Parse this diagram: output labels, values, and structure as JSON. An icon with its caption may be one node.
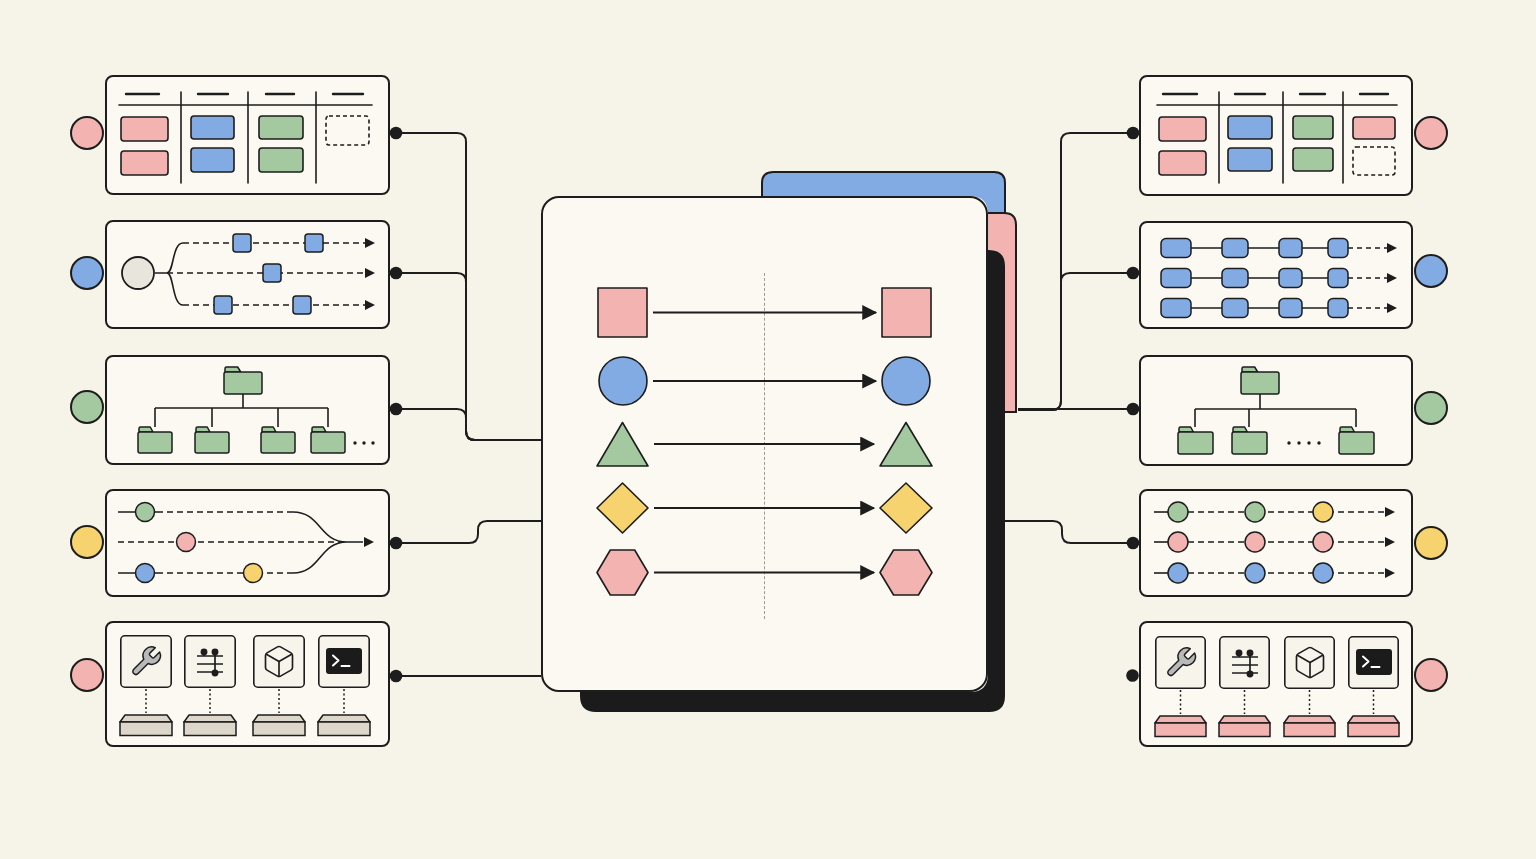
{
  "diagram": {
    "nodes": [
      {
        "text": [],
        "shape": "box"
      },
      {
        "text": [],
        "shape": "box"
      },
      {
        "text": [],
        "shape": "box"
      },
      {
        "text": [],
        "shape": "box"
      },
      {
        "text": [],
        "shape": "box"
      },
      {
        "text": [],
        "shape": "box"
      },
      {
        "text": [],
        "shape": "square",
        "in": 5
      },
      {
        "text": [],
        "shape": "square",
        "in": 5
      },
      {
        "text": [],
        "shape": "circle",
        "in": 5
      },
      {
        "text": [],
        "shape": "circle",
        "in": 5
      },
      {
        "text": [],
        "shape": "triangle",
        "in": 5
      },
      {
        "text": [],
        "shape": "triangle",
        "in": 5
      },
      {
        "text": [],
        "shape": "diamond",
        "in": 5
      },
      {
        "text": [],
        "shape": "diamond",
        "in": 5
      },
      {
        "text": [],
        "shape": "hexagon",
        "in": 5
      },
      {
        "text": [],
        "shape": "hexagon",
        "in": 5
      },
      {
        "text": [],
        "shape": "box"
      },
      {
        "text": [],
        "shape": "box"
      },
      {
        "text": [],
        "shape": "box"
      },
      {
        "text": [],
        "shape": "box"
      },
      {
        "text": [],
        "shape": "box"
      }
    ],
    "edges": [
      {
        "from": 0,
        "to": 5,
        "arrow": "other"
      },
      {
        "from": 1,
        "to": 5,
        "arrow": "other"
      },
      {
        "from": 2,
        "to": 5,
        "arrow": "other"
      },
      {
        "from": 3,
        "to": 5,
        "arrow": "other"
      },
      {
        "from": 4,
        "to": 5,
        "arrow": "other"
      },
      {
        "from": 6,
        "to": 7,
        "arrow": "to"
      },
      {
        "from": 8,
        "to": 9,
        "arrow": "to"
      },
      {
        "from": 10,
        "to": 11,
        "arrow": "to"
      },
      {
        "from": 12,
        "to": 13,
        "arrow": "to"
      },
      {
        "from": 14,
        "to": 15,
        "arrow": "to"
      },
      {
        "from": 16,
        "to": 5,
        "arrow": "other"
      },
      {
        "from": 17,
        "to": 5,
        "arrow": "other"
      },
      {
        "from": 18,
        "to": 5,
        "arrow": "other"
      },
      {
        "from": 19,
        "to": 5,
        "arrow": "other"
      }
    ]
  }
}
